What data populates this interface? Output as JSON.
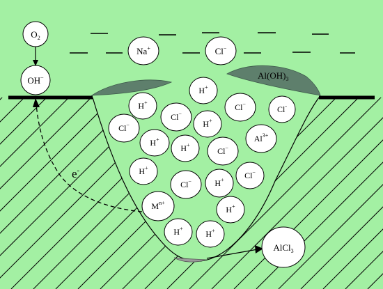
{
  "colors": {
    "electrolyte": "#A3F0A3",
    "metal": "#A3F0A3",
    "hatch": "#000000",
    "deposit": "#5E7F6C",
    "surface": "#000000",
    "circle_fill": "#FFFFFF"
  },
  "top_species": {
    "o2": "O",
    "o2_sub": "2",
    "oh": "OH",
    "oh_sup": "−",
    "na": "Na",
    "na_sup": "+",
    "cl": "Cl",
    "cl_sup": "−",
    "aloh": "Al(OH)",
    "aloh_sub": "3"
  },
  "pit_ions": [
    {
      "base": "H",
      "sup": "+"
    },
    {
      "base": "H",
      "sup": "+"
    },
    {
      "base": "Cl",
      "sup": "−"
    },
    {
      "base": "Cl",
      "sup": "−"
    },
    {
      "base": "Cl",
      "sup": "-"
    },
    {
      "base": "Cl",
      "sup": "−"
    },
    {
      "base": "H",
      "sup": "+"
    },
    {
      "base": "H",
      "sup": "+"
    },
    {
      "base": "H",
      "sup": "+"
    },
    {
      "base": "Cl",
      "sup": "−"
    },
    {
      "base": "Al",
      "sup": "3+"
    },
    {
      "base": "H",
      "sup": "+"
    },
    {
      "base": "Cl",
      "sup": "−"
    },
    {
      "base": "H",
      "sup": "+"
    },
    {
      "base": "Cl",
      "sup": "−"
    },
    {
      "base": "M",
      "sup": "n+"
    },
    {
      "base": "H",
      "sup": "+"
    },
    {
      "base": "H",
      "sup": "+"
    },
    {
      "base": "H",
      "sup": "+"
    }
  ],
  "electron_label": "e",
  "electron_sup": "-",
  "product": {
    "base": "AlCl",
    "sub": "3"
  }
}
